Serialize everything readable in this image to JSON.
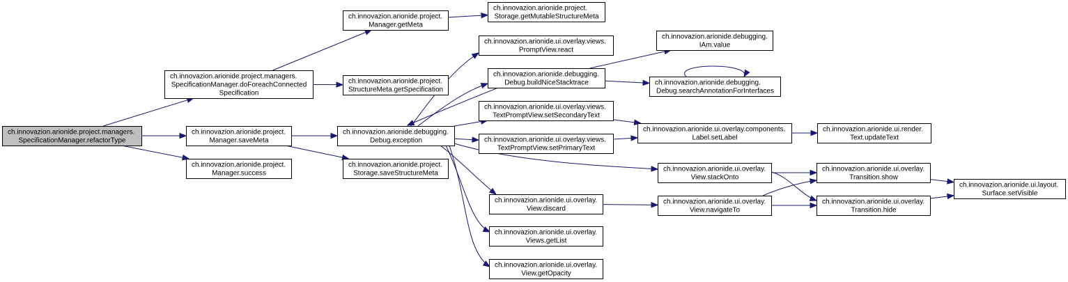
{
  "graph": {
    "colors": {
      "edge": "#191970",
      "root_fill": "#bfbfbf",
      "node_fill": "#ffffff",
      "border": "#000000"
    },
    "nodes": [
      {
        "id": "n0",
        "lines": [
          "ch.innovazion.arionide.project.managers.",
          "SpecificationManager.refactorType"
        ],
        "root": true
      },
      {
        "id": "n1",
        "lines": [
          "ch.innovazion.arionide.project.managers.",
          "SpecificationManager.doForeachConnected",
          "Specification"
        ]
      },
      {
        "id": "n2",
        "lines": [
          "ch.innovazion.arionide.project.",
          "Manager.saveMeta"
        ]
      },
      {
        "id": "n3",
        "lines": [
          "ch.innovazion.arionide.project.",
          "Manager.success"
        ]
      },
      {
        "id": "n4",
        "lines": [
          "ch.innovazion.arionide.project.",
          "Manager.getMeta"
        ]
      },
      {
        "id": "n5",
        "lines": [
          "ch.innovazion.arionide.project.",
          "StructureMeta.getSpecification"
        ]
      },
      {
        "id": "n6",
        "lines": [
          "ch.innovazion.arionide.debugging.",
          "Debug.exception"
        ]
      },
      {
        "id": "n7",
        "lines": [
          "ch.innovazion.arionide.project.",
          "Storage.saveStructureMeta"
        ]
      },
      {
        "id": "n8",
        "lines": [
          "ch.innovazion.arionide.project.",
          "Storage.getMutableStructureMeta"
        ]
      },
      {
        "id": "n9",
        "lines": [
          "ch.innovazion.arionide.ui.overlay.views.",
          "PromptView.react"
        ]
      },
      {
        "id": "n10",
        "lines": [
          "ch.innovazion.arionide.debugging.",
          "Debug.buildNiceStacktrace"
        ]
      },
      {
        "id": "n11",
        "lines": [
          "ch.innovazion.arionide.ui.overlay.views.",
          "TextPromptView.setSecondaryText"
        ]
      },
      {
        "id": "n12",
        "lines": [
          "ch.innovazion.arionide.ui.overlay.views.",
          "TextPromptView.setPrimaryText"
        ]
      },
      {
        "id": "n13",
        "lines": [
          "ch.innovazion.arionide.ui.overlay.",
          "View.discard"
        ]
      },
      {
        "id": "n14",
        "lines": [
          "ch.innovazion.arionide.ui.overlay.",
          "Views.getList"
        ]
      },
      {
        "id": "n15",
        "lines": [
          "ch.innovazion.arionide.ui.overlay.",
          "View.getOpacity"
        ]
      },
      {
        "id": "n16",
        "lines": [
          "ch.innovazion.arionide.debugging.",
          "IAm.value"
        ]
      },
      {
        "id": "n17",
        "lines": [
          "ch.innovazion.arionide.debugging.",
          "Debug.searchAnnotationForInterfaces"
        ]
      },
      {
        "id": "n18",
        "lines": [
          "ch.innovazion.arionide.ui.overlay.components.",
          "Label.setLabel"
        ]
      },
      {
        "id": "n19",
        "lines": [
          "ch.innovazion.arionide.ui.overlay.",
          "View.stackOnto"
        ]
      },
      {
        "id": "n20",
        "lines": [
          "ch.innovazion.arionide.ui.overlay.",
          "View.navigateTo"
        ]
      },
      {
        "id": "n21",
        "lines": [
          "ch.innovazion.arionide.ui.render.",
          "Text.updateText"
        ]
      },
      {
        "id": "n22",
        "lines": [
          "ch.innovazion.arionide.ui.overlay.",
          "Transition.show"
        ]
      },
      {
        "id": "n23",
        "lines": [
          "ch.innovazion.arionide.ui.overlay.",
          "Transition.hide"
        ]
      },
      {
        "id": "n24",
        "lines": [
          "ch.innovazion.arionide.ui.layout.",
          "Surface.setVisible"
        ]
      }
    ],
    "edges": [
      [
        "n0",
        "n1"
      ],
      [
        "n0",
        "n2"
      ],
      [
        "n0",
        "n3"
      ],
      [
        "n1",
        "n4"
      ],
      [
        "n1",
        "n5"
      ],
      [
        "n2",
        "n6"
      ],
      [
        "n2",
        "n7"
      ],
      [
        "n4",
        "n8"
      ],
      [
        "n6",
        "n9"
      ],
      [
        "n6",
        "n10"
      ],
      [
        "n6",
        "n11"
      ],
      [
        "n6",
        "n12"
      ],
      [
        "n6",
        "n13"
      ],
      [
        "n6",
        "n14"
      ],
      [
        "n6",
        "n15"
      ],
      [
        "n6",
        "n19"
      ],
      [
        "n10",
        "n6"
      ],
      [
        "n10",
        "n16"
      ],
      [
        "n10",
        "n17"
      ],
      [
        "n17",
        "n17"
      ],
      [
        "n11",
        "n18"
      ],
      [
        "n12",
        "n18"
      ],
      [
        "n18",
        "n21"
      ],
      [
        "n13",
        "n20"
      ],
      [
        "n19",
        "n22"
      ],
      [
        "n19",
        "n23"
      ],
      [
        "n20",
        "n22"
      ],
      [
        "n20",
        "n23"
      ],
      [
        "n22",
        "n24"
      ],
      [
        "n23",
        "n24"
      ]
    ]
  }
}
